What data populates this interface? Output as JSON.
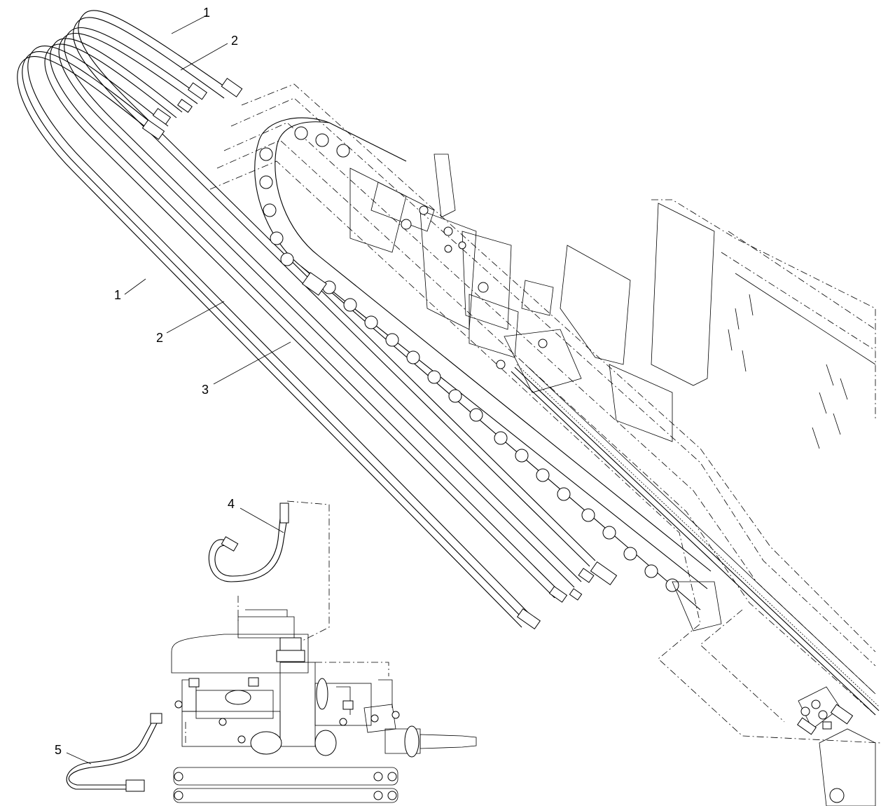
{
  "diagram": {
    "callouts": [
      {
        "id": "c1a",
        "label": "1"
      },
      {
        "id": "c2a",
        "label": "2"
      },
      {
        "id": "c1b",
        "label": "1"
      },
      {
        "id": "c2b",
        "label": "2"
      },
      {
        "id": "c3",
        "label": "3"
      },
      {
        "id": "c4",
        "label": "4"
      },
      {
        "id": "c5",
        "label": "5"
      }
    ]
  }
}
